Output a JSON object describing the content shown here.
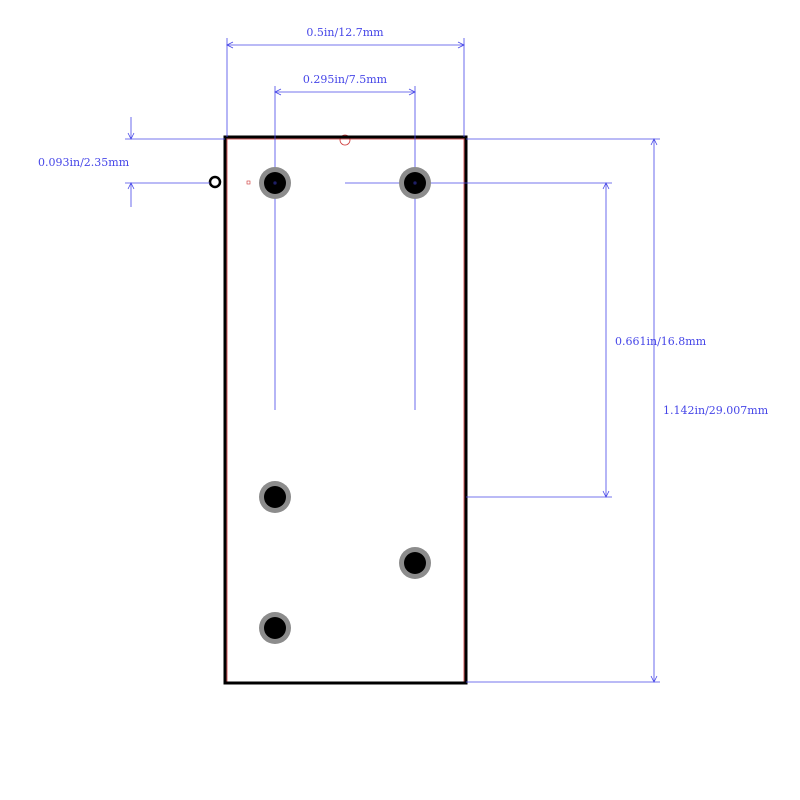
{
  "colors": {
    "dimension": "#4646e8",
    "outline": "#000000",
    "courtyard": "#cc3333",
    "pad_ring": "#8c8c8c",
    "pad_hole": "#000000",
    "background": "#ffffff"
  },
  "dimensions": {
    "overall_width": "0.5in/12.7mm",
    "pin_pitch": "0.295in/7.5mm",
    "top_offset": "0.093in/2.35mm",
    "row_spacing": "0.661in/16.8mm",
    "overall_height": "1.142in/29.007mm"
  },
  "pin1_marker": "pin-1-indicator-icon",
  "pad_count": 5
}
